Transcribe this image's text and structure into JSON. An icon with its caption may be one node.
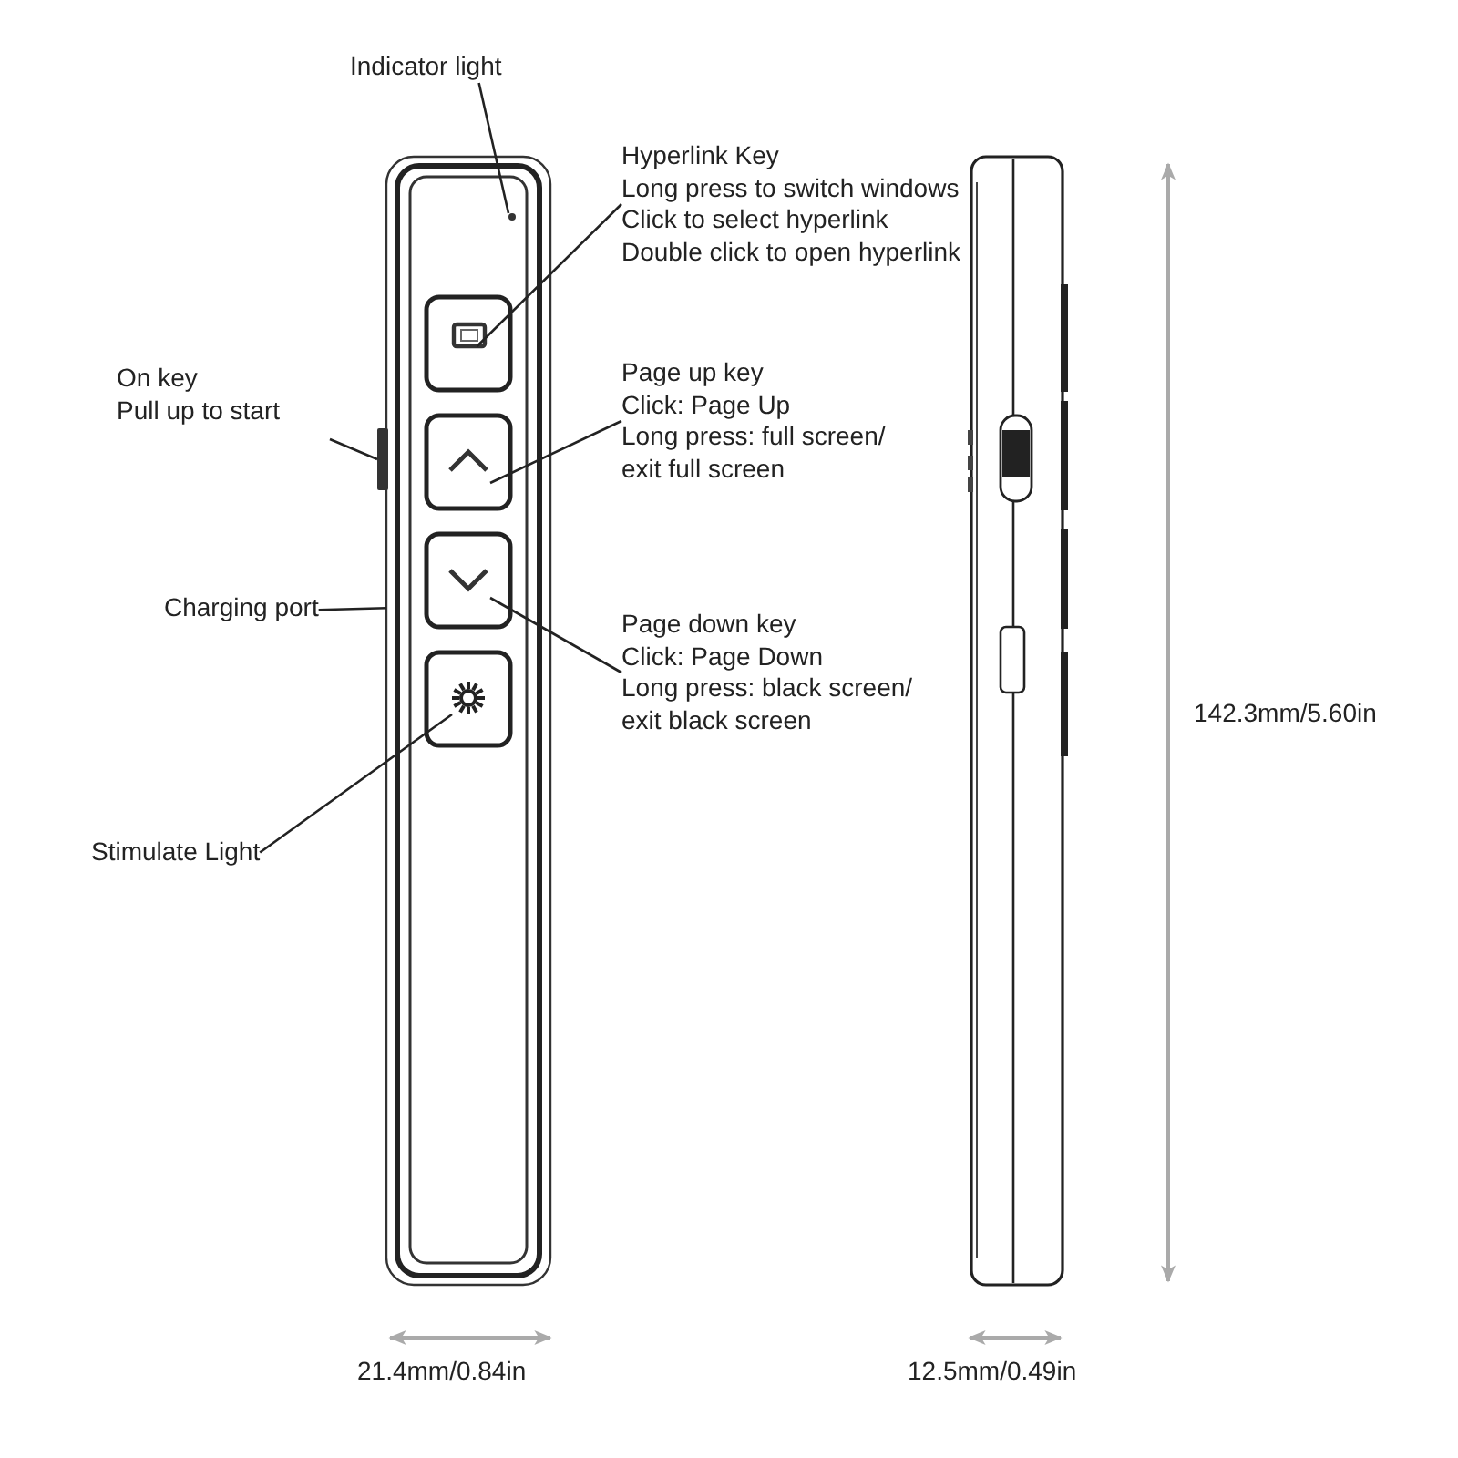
{
  "diagram": {
    "nodes": [
      {
        "text": [
          "Indicator light"
        ]
      },
      {
        "text": [
          "Hyperlink Key",
          "Long press to switch windows",
          "Click to select hyperlink",
          "Double click to open hyperlink"
        ]
      },
      {
        "text": [
          "On key",
          "Pull up to start"
        ]
      },
      {
        "text": [
          "Page up key",
          "Click: Page Up",
          "Long press: full screen/ exit full screen"
        ]
      },
      {
        "text": [
          "Charging port"
        ]
      },
      {
        "text": [
          "Page down key",
          "Click: Page Down",
          "Long press: black screen/ exit black screen"
        ]
      },
      {
        "text": [
          "Stimulate Light"
        ]
      },
      {
        "text": [],
        "shape": "picture"
      },
      {
        "text": [],
        "shape": "circle",
        "in": 7
      },
      {
        "text": [],
        "shape": "box",
        "in": 7
      },
      {
        "text": [],
        "shape": "bar"
      },
      {
        "text": [],
        "shape": "picture",
        "in": 7
      },
      {
        "text": [],
        "shape": "picture",
        "in": 7
      },
      {
        "text": [],
        "shape": "picture",
        "in": 7
      }
    ],
    "edges": [
      {
        "from": 0,
        "to": 8,
        "arrow": "none"
      },
      {
        "from": 1,
        "to": 9,
        "arrow": "none"
      },
      {
        "from": 2,
        "to": 10,
        "arrow": "none"
      },
      {
        "from": 3,
        "to": 11,
        "arrow": "none"
      },
      {
        "from": 4,
        "to": 7,
        "arrow": "none"
      },
      {
        "from": 5,
        "to": 12,
        "arrow": "none"
      },
      {
        "from": 6,
        "to": 13,
        "arrow": "none"
      }
    ],
    "labels": [
      "142.3mm/5.60in",
      "21.4mm/0.84in",
      "12.5mm/0.49in"
    ]
  }
}
